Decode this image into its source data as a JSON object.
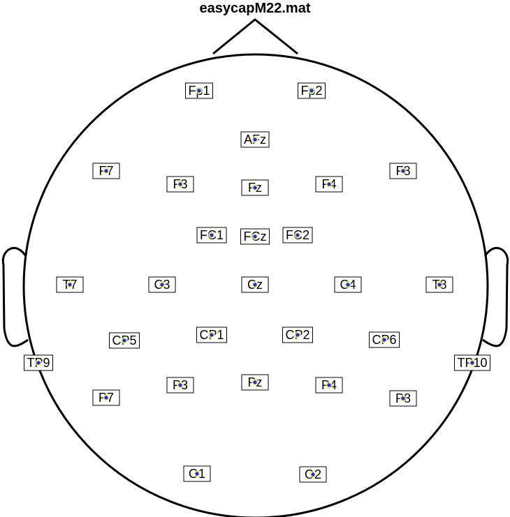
{
  "title": "easycapM22.mat",
  "colors": {
    "outline": "#000000",
    "electrode_dot": "#1a2fd6",
    "electrode_halo": "#f3f08a",
    "label_border": "#000000",
    "background": "#ffffff"
  },
  "layout": {
    "electrodes": [
      {
        "label": "Fp1"
      },
      {
        "label": "Fp2"
      },
      {
        "label": "AFz"
      },
      {
        "label": "F7"
      },
      {
        "label": "F3"
      },
      {
        "label": "Fz"
      },
      {
        "label": "F4"
      },
      {
        "label": "F8"
      },
      {
        "label": "FC1"
      },
      {
        "label": "FCz"
      },
      {
        "label": "FC2"
      },
      {
        "label": "T7"
      },
      {
        "label": "C3"
      },
      {
        "label": "Cz"
      },
      {
        "label": "C4"
      },
      {
        "label": "T8"
      },
      {
        "label": "CP5"
      },
      {
        "label": "CP1"
      },
      {
        "label": "CP2"
      },
      {
        "label": "CP6"
      },
      {
        "label": "TP9"
      },
      {
        "label": "TP10"
      },
      {
        "label": "P7"
      },
      {
        "label": "P3"
      },
      {
        "label": "Pz"
      },
      {
        "label": "P4"
      },
      {
        "label": "P8"
      },
      {
        "label": "O1"
      },
      {
        "label": "O2"
      }
    ]
  }
}
